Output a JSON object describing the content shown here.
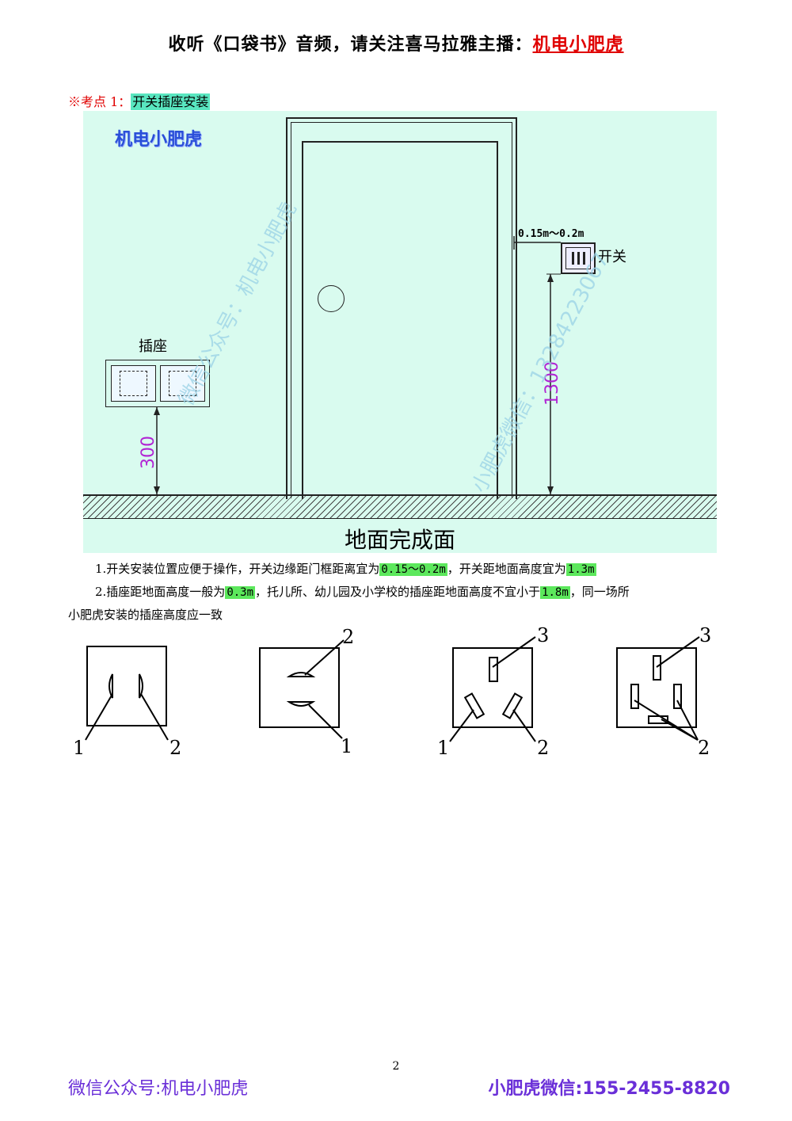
{
  "header": {
    "prefix": "收听《口袋书》音频，请关注喜马拉雅主播：",
    "brand": "机电小肥虎"
  },
  "topic": {
    "marker": "※考点 1：",
    "title": "开关插座安装"
  },
  "figure": {
    "logo": "机电小肥虎",
    "switch_label": "开关",
    "switch_offset": "0.15m～0.2m",
    "switch_height": "1300",
    "socket_label": "插座",
    "socket_height": "300",
    "floor_label": "地面完成面",
    "watermark_public": "微信公众号：机电小肥虎",
    "watermark_wechat": "小肥虎微信：13284223067"
  },
  "notes": {
    "n1_prefix": "1.开关安装位置应便于操作，开关边缘距门框距离宜为",
    "n1_value1": "0.15～0.2m",
    "n1_mid": "，开关距地面高度宜为",
    "n1_value2": "1.3m",
    "n2_prefix": "2.插座距地面高度一般为",
    "n2_value1": "0.3m",
    "n2_mid": "，托儿所、幼儿园及小学校的插座距地面高度不宜小于",
    "n2_value2": "1.8m",
    "n2_suffix": "，同一场所",
    "n2_line2": "小肥虎安装的插座高度应一致"
  },
  "socket_diagrams": {
    "d1": {
      "label_a": "1",
      "label_b": "2"
    },
    "d2": {
      "label_a": "2",
      "label_b": "1"
    },
    "d3": {
      "label_a": "3",
      "label_b": "1",
      "label_c": "2"
    },
    "d4": {
      "label_a": "3",
      "label_b": "2"
    }
  },
  "page": {
    "number": "2"
  },
  "footer": {
    "left": "微信公众号:机电小肥虎",
    "right": "小肥虎微信:155-2455-8820"
  }
}
